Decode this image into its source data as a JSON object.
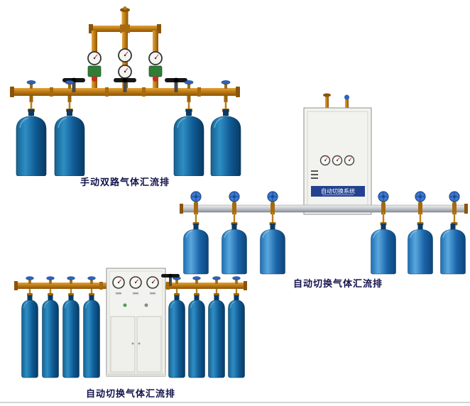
{
  "page": {
    "background": "#ffffff"
  },
  "products": {
    "manual_dual": {
      "caption": "手动双路气体汇流排"
    },
    "auto_right": {
      "caption": "自动切换气体汇流排",
      "cabinet_label": "自动切换系统"
    },
    "auto_bottom": {
      "caption": "自动切换气体汇流排"
    }
  },
  "colors": {
    "brass": "#c07c14",
    "cylinder_blue_dark": "#0f5a94",
    "cylinder_blue_light": "#2e8ec4",
    "cabinet_label_bg": "#23418f",
    "caption_text": "#13134d"
  }
}
